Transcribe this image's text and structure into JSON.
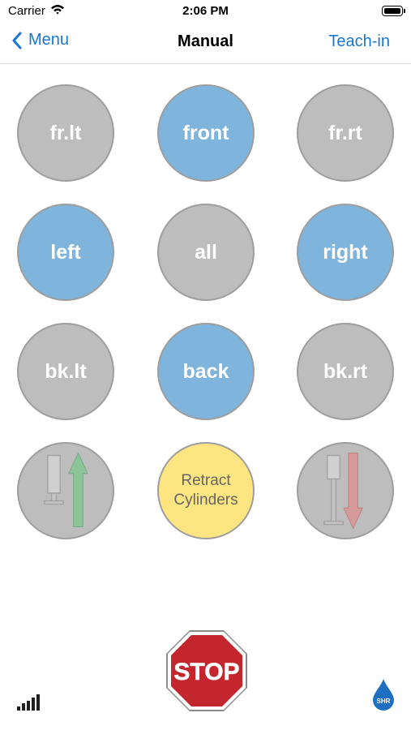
{
  "status": {
    "carrier": "Carrier",
    "time": "2:06 PM"
  },
  "nav": {
    "back_label": "Menu",
    "title": "Manual",
    "right_label": "Teach-in"
  },
  "grid": {
    "front_left": "fr.lt",
    "front": "front",
    "front_right": "fr.rt",
    "left": "left",
    "all": "all",
    "right": "right",
    "back_left": "bk.lt",
    "back": "back",
    "back_right": "bk.rt"
  },
  "controls": {
    "retract_line1": "Retract",
    "retract_line2": "Cylinders",
    "extend_icon": "cylinder-extend-icon",
    "retract_icon": "cylinder-retract-icon"
  },
  "stop": {
    "label": "STOP"
  },
  "logo": {
    "label": "SHR"
  },
  "colors": {
    "accent": "#1976d2",
    "active": "#7fb4dc",
    "inactive": "#bdbdbd",
    "retract": "#fde582",
    "stop": "#c3262d"
  }
}
